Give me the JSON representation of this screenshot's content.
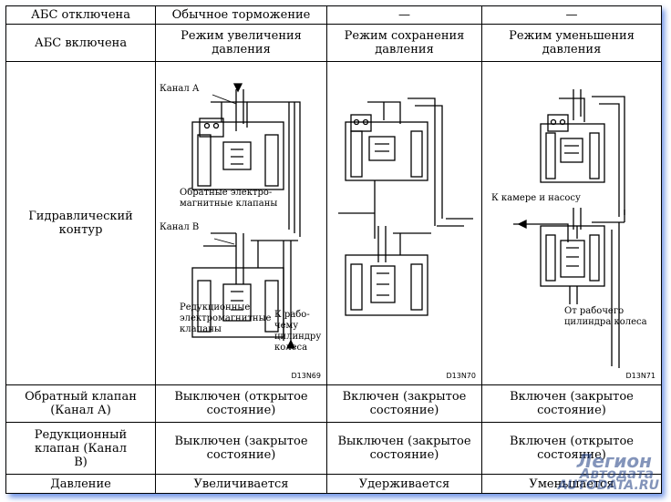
{
  "table": {
    "row_abs_off": {
      "label": "АБС отключена",
      "c1": "Обычное торможение",
      "c2": "—",
      "c3": "—"
    },
    "row_abs_on": {
      "label": "АБС включена",
      "c1": "Режим увеличения давления",
      "c2": "Режим сохранения давления",
      "c3": "Режим уменьшения давления"
    },
    "row_circuit": {
      "label": "Гидравлический контур",
      "d1": {
        "channel_a": "Канал А",
        "check_valves": "Обратные электро- магнитные клапаны",
        "channel_b": "Канал В",
        "reduce_valves": "Редукционные электромагнитные клапаны",
        "to_wheel": "К рабо- чему цилиндру колеса",
        "code": "D13N69"
      },
      "d2": {
        "code": "D13N70"
      },
      "d3": {
        "to_chamber": "К камере и насосу",
        "from_wheel": "От рабочего цилиндра колеса",
        "code": "D13N71"
      }
    },
    "row_check": {
      "label": "Обратный клапан (Канал А)",
      "c1": "Выключен (открытое состояние)",
      "c2": "Включен (закрытое состояние)",
      "c3": "Включен (закрытое состояние)"
    },
    "row_reduce": {
      "label": "Редукционный клапан (Канал В)",
      "c1": "Выключен (закрытое состояние)",
      "c2": "Выключен (закрытое состояние)",
      "c3": "Включен (открытое состояние)"
    },
    "row_pressure": {
      "label": "Давление",
      "c1": "Увеличивается",
      "c2": "Удерживается",
      "c3": "Уменьшается"
    }
  },
  "watermark": {
    "line1": "Легион",
    "line2": "Автодата",
    "line3": "AUTODATA.RU"
  }
}
